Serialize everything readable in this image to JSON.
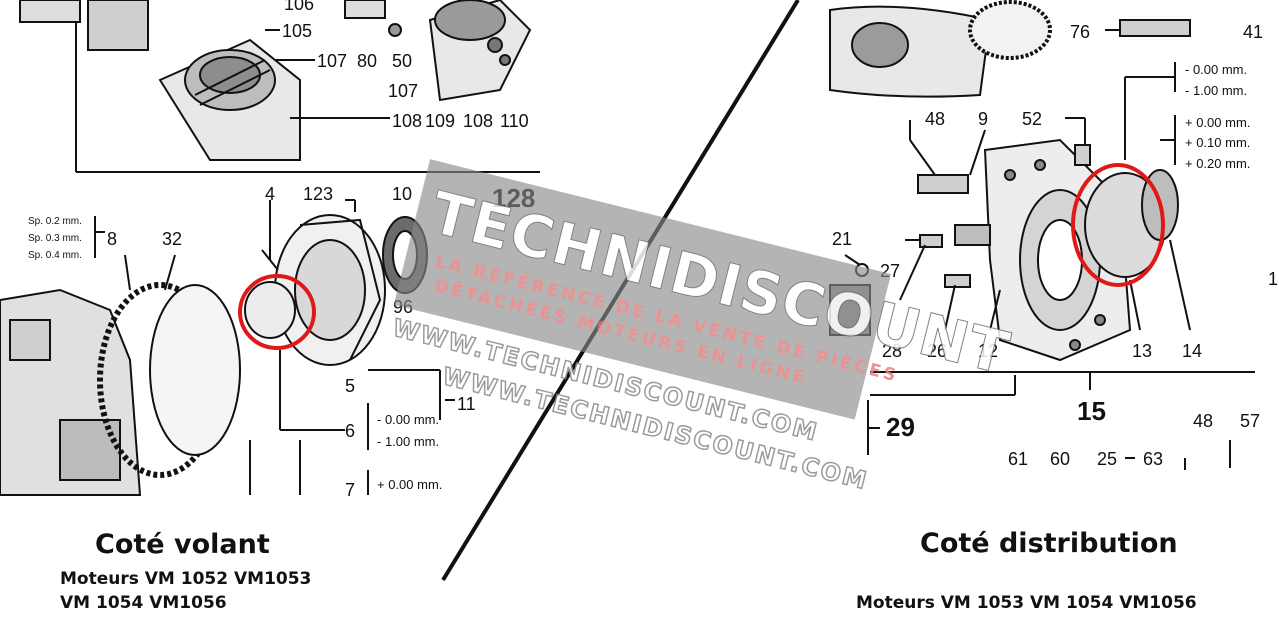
{
  "left_panel": {
    "caption_title": "Coté volant",
    "caption_models_line1": "Moteurs VM 1052 VM1053",
    "caption_models_line2": "VM 1054 VM1056",
    "top_labels": [
      "106",
      "105",
      "107",
      "80",
      "50",
      "107",
      "108",
      "109",
      "108",
      "110"
    ],
    "section_ref": "128",
    "thickness_options": [
      "Sp. 0.2 mm.",
      "Sp. 0.3 mm.",
      "Sp. 0.4 mm."
    ],
    "part_labels": [
      "8",
      "32",
      "4",
      "123",
      "10",
      "96",
      "5",
      "11",
      "6",
      "7"
    ],
    "tolerance_6": [
      "- 0.00 mm.",
      "- 1.00 mm."
    ],
    "tolerance_7": [
      "+ 0.00 mm."
    ]
  },
  "right_panel": {
    "caption_title": "Coté distribution",
    "caption_models": "Moteurs VM 1053 VM 1054 VM1056",
    "top_labels": [
      "76",
      "41"
    ],
    "tolerance_minus": [
      "- 0.00 mm.",
      "- 1.00 mm."
    ],
    "tolerance_plus": [
      "+ 0.00 mm.",
      "+ 0.10 mm.",
      "+ 0.20 mm."
    ],
    "part_labels": [
      "48",
      "9",
      "52",
      "21",
      "27",
      "28",
      "26",
      "12",
      "13",
      "14",
      "15",
      "29",
      "48",
      "57",
      "61",
      "60",
      "25",
      "63",
      "1"
    ]
  },
  "watermark": {
    "brand": "TECHNIDISCOUNT",
    "tagline1": "LA RÉFÉRENCE DE LA VENTE DE PIÈCES",
    "tagline2": "DÉTACHÉES MOTEURS EN LIGNE",
    "url1": "WWW.TECHNIDISCOUNT.COM",
    "url2": "WWW.TECHNIDISCOUNT.COM"
  },
  "colors": {
    "highlight": "#e01818",
    "ink": "#111111",
    "watermark": "#8a8a8a"
  }
}
